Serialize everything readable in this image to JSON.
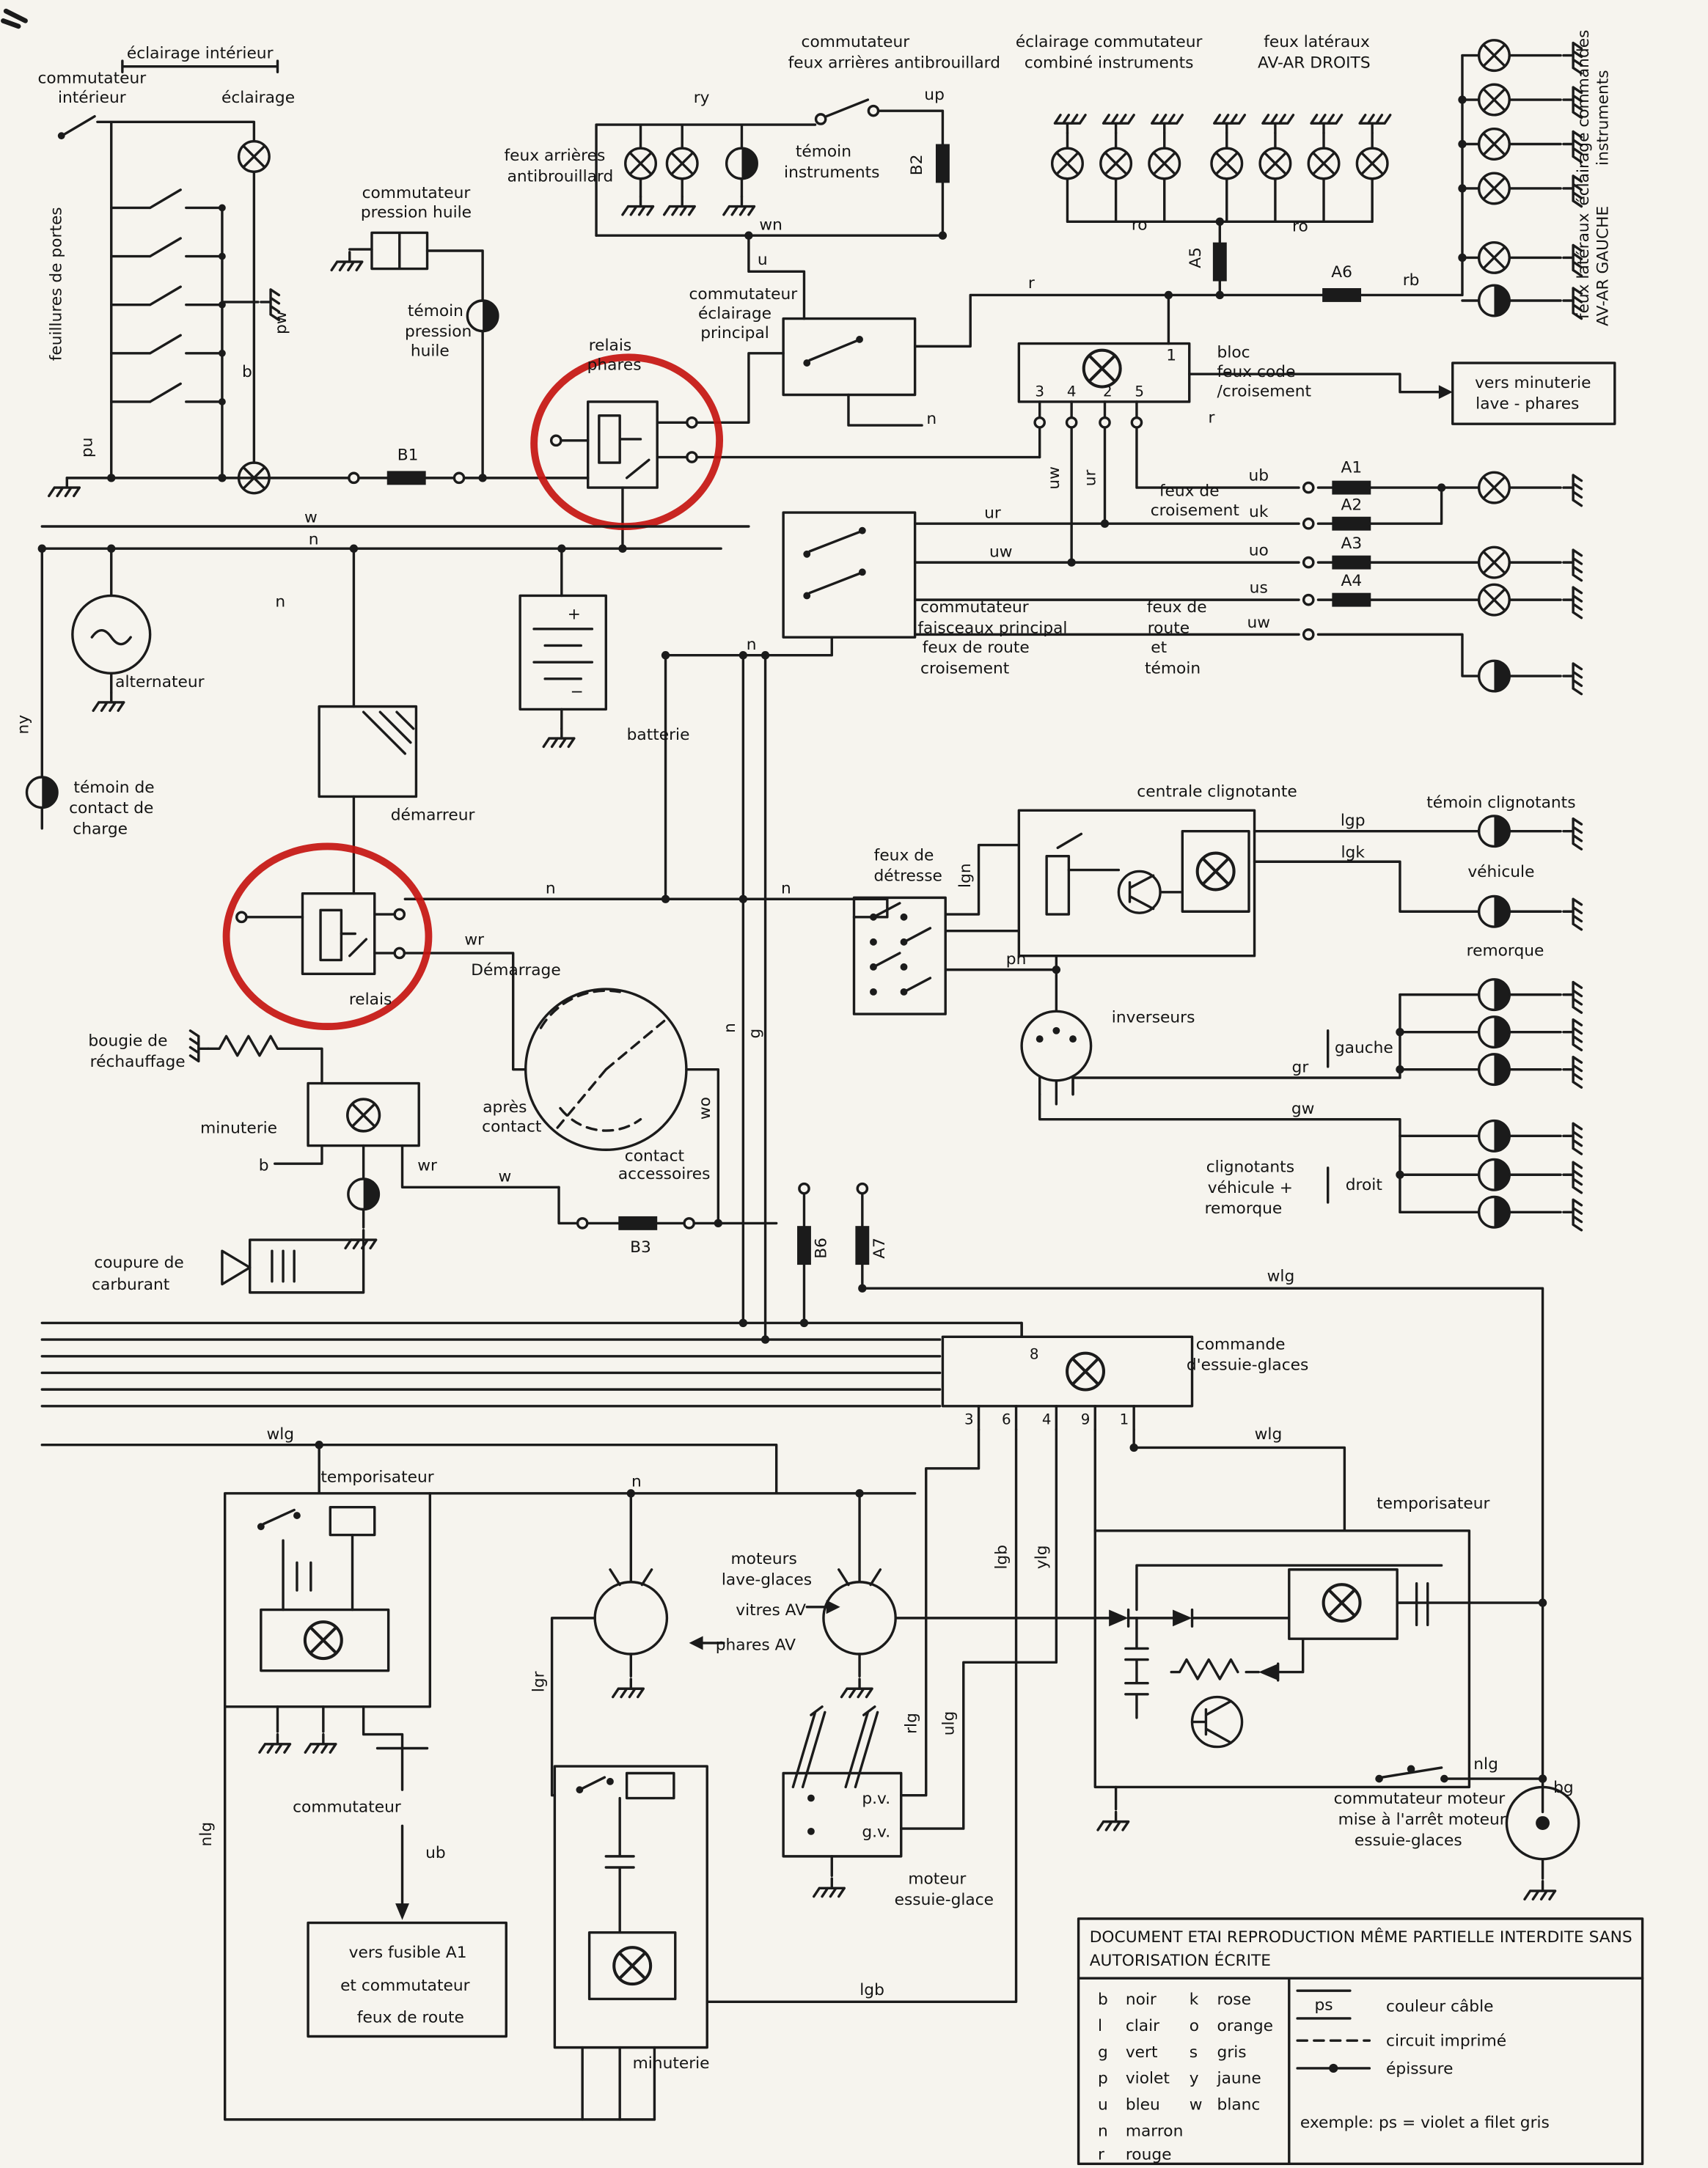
{
  "colors": {
    "ink": "#1b1b1b",
    "paper": "#f6f4ee",
    "highlight_red": "#c41410"
  },
  "labels": {
    "eclairage_interieur": "éclairage intérieur",
    "commutateur_interieur_1": "commutateur",
    "commutateur_interieur_2": "intérieur",
    "eclairage": "éclairage",
    "feuillures_de_portes": "feuillures de portes",
    "commutateur_pression_1": "commutateur",
    "commutateur_pression_2": "pression huile",
    "temoin_pression_1": "témoin",
    "temoin_pression_2": "pression",
    "temoin_pression_3": "huile",
    "relais_phares_1": "relais",
    "relais_phares_2": "phares",
    "feux_arr_anti_1": "feux arrières",
    "feux_arr_anti_2": "antibrouillard",
    "wire_ry": "ry",
    "temoin_instruments_1": "témoin",
    "temoin_instruments_2": "instruments",
    "comm_feux_arr_1": "commutateur",
    "comm_feux_arr_2": "feux arrières antibrouillard",
    "wire_up": "up",
    "fuse_b2": "B2",
    "wire_wn": "wn",
    "wire_u": "u",
    "comm_ecl_1": "commutateur",
    "comm_ecl_2": "éclairage",
    "comm_ecl_3": "principal",
    "wire_r_1": "r",
    "wire_r_2": "r",
    "bloc_pin_1": "1",
    "bloc_1": "bloc",
    "bloc_2": "feux code",
    "bloc_3": "/croisement",
    "bloc_pin_3": "3",
    "bloc_pin_4": "4",
    "bloc_pin_2": "2",
    "bloc_pin_5": "5",
    "wire_uw_v": "uw",
    "wire_ur_v": "ur",
    "wire_n_1": "n",
    "ecl_combine_1": "éclairage commutateur",
    "ecl_combine_2": "combiné instruments",
    "feux_lat_droits_1": "feux latéraux",
    "feux_lat_droits_2": "AV-AR DROITS",
    "wire_ro_1": "ro",
    "wire_ro_2": "ro",
    "fuse_a5": "A5",
    "fuse_a6": "A6",
    "wire_rb": "rb",
    "ecl_commandes_1": "éclairage commandes",
    "ecl_commandes_2": "instruments",
    "feux_lat_gauche_1": "feux latéraux",
    "feux_lat_gauche_2": "AV-AR GAUCHE",
    "vers_minuterie_1": "vers minuterie",
    "vers_minuterie_2": "lave - phares",
    "fuse_b1": "B1",
    "wire_w_1": "w",
    "wire_n_2": "n",
    "wire_pw": "pw",
    "wire_b_1": "b",
    "wire_pu": "pu",
    "feux_croisement_1": "feux de",
    "feux_croisement_2": "croisement",
    "wire_ub": "ub",
    "wire_uk": "uk",
    "wire_uo": "uo",
    "wire_us": "us",
    "wire_uw_2": "uw",
    "fuse_a1": "A1",
    "fuse_a2": "A2",
    "fuse_a3": "A3",
    "fuse_a4": "A4",
    "feux_route_1": "feux de",
    "feux_route_2": "route",
    "feux_route_3": "et",
    "feux_route_4": "témoin",
    "comm_faisceaux_1": "commutateur",
    "comm_faisceaux_2": "faisceaux principal",
    "comm_faisceaux_3": "feux de route",
    "comm_faisceaux_4": "croisement",
    "wire_ur_2": "ur",
    "wire_uw_3": "uw",
    "wire_n_3": "n",
    "wire_n_4": "n",
    "alternateur": "alternateur",
    "batterie": "batterie",
    "plus": "+",
    "minus": "−",
    "wire_ny": "ny",
    "temoin_charge_1": "témoin de",
    "temoin_charge_2": "contact de",
    "temoin_charge_3": "charge",
    "demarreur": "démarreur",
    "relais": "relais",
    "demarrage": "Démarrage",
    "wire_wr_1": "wr",
    "wire_n_5": "n",
    "wire_n_6": "n",
    "bougie_1": "bougie de",
    "bougie_2": "réchauffage",
    "minuterie_1": "minuterie",
    "apres_contact_1": "après",
    "apres_contact_2": "contact",
    "contact_acc_1": "contact",
    "contact_acc_2": "accessoires",
    "wire_wo": "wo",
    "wire_b_2": "b",
    "wire_wr_2": "wr",
    "wire_w_2": "w",
    "coupure_1": "coupure de",
    "coupure_2": "carburant",
    "fuse_b3": "B3",
    "fuse_b6": "B6",
    "fuse_a7": "A7",
    "feux_detresse_1": "feux de",
    "feux_detresse_2": "détresse",
    "wire_lgn": "lgn",
    "centrale_clignotante": "centrale clignotante",
    "wire_lgp": "lgp",
    "wire_lgk": "lgk",
    "temoin_clignotants": "témoin clignotants",
    "vehicule": "véhicule",
    "remorque": "remorque",
    "wire_pn": "pn",
    "inverseurs": "inverseurs",
    "gauche": "gauche",
    "droit": "droit",
    "wire_gr": "gr",
    "wire_gw": "gw",
    "clignotants_1": "clignotants",
    "clignotants_2": "véhicule +",
    "clignotants_3": "remorque",
    "wire_wlg_1": "wlg",
    "wire_wlg_2": "wlg",
    "wire_wlg_3": "wlg",
    "commande_eg_1": "commande",
    "commande_eg_2": "d'essuie-glaces",
    "ceg_pin_8": "8",
    "ceg_pin_3": "3",
    "ceg_pin_6": "6",
    "ceg_pin_4": "4",
    "ceg_pin_9": "9",
    "ceg_pin_1": "1",
    "temporisateur_1": "temporisateur",
    "temporisateur_2": "temporisateur",
    "wire_n_7": "n",
    "moteurs_lg_1": "moteurs",
    "moteurs_lg_2": "lave-glaces",
    "vitres_av": "vitres AV",
    "phares_av": "phares AV",
    "wire_lgr": "lgr",
    "wire_lgb_1": "lgb",
    "wire_ylg": "ylg",
    "wire_rlg": "rlg",
    "wire_ulg": "ulg",
    "commutateur_2": "commutateur",
    "wire_ub_2": "ub",
    "wire_nlg_1": "nlg",
    "vers_fusible_1": "vers fusible A1",
    "vers_fusible_2": "et commutateur",
    "vers_fusible_3": "feux de route",
    "minuterie_2": "minuterie",
    "pv": "p.v.",
    "gv": "g.v.",
    "moteur_eg_1": "moteur",
    "moteur_eg_2": "essuie-glace",
    "wire_lgb_2": "lgb",
    "comm_moteur_1": "commutateur moteur",
    "comm_moteur_2": "mise à l'arrêt moteur",
    "comm_moteur_3": "essuie-glaces",
    "wire_nlg_2": "nlg",
    "wire_bg": "bg",
    "wire_n_v": "n",
    "wire_g_v": "g"
  },
  "legend": {
    "notice_1": "DOCUMENT ETAI REPRODUCTION MÊME PARTIELLE INTERDITE SANS",
    "notice_2": "AUTORISATION ÉCRITE",
    "col1": [
      {
        "code": "b",
        "name": "noir"
      },
      {
        "code": "l",
        "name": "clair"
      },
      {
        "code": "g",
        "name": "vert"
      },
      {
        "code": "p",
        "name": "violet"
      },
      {
        "code": "u",
        "name": "bleu"
      },
      {
        "code": "n",
        "name": "marron"
      },
      {
        "code": "r",
        "name": "rouge"
      }
    ],
    "col2": [
      {
        "code": "k",
        "name": "rose"
      },
      {
        "code": "o",
        "name": "orange"
      },
      {
        "code": "s",
        "name": "gris"
      },
      {
        "code": "y",
        "name": "jaune"
      },
      {
        "code": "w",
        "name": "blanc"
      }
    ],
    "ps": "ps",
    "row_1": "couleur câble",
    "row_2": "circuit imprimé",
    "row_3": "épissure",
    "example": "exemple: ps = violet a filet gris"
  }
}
